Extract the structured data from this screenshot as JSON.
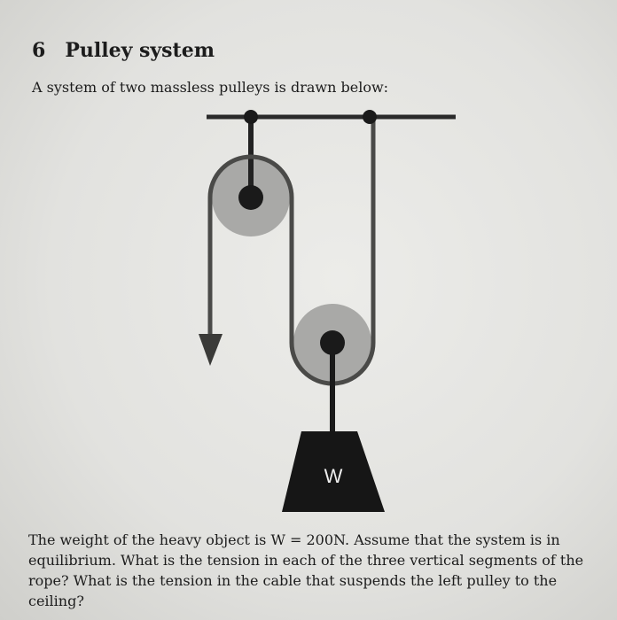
{
  "section": {
    "number": "6",
    "title": "Pulley system"
  },
  "intro": "A system of two massless pulleys is drawn below:",
  "diagram": {
    "weight_label": "W"
  },
  "question": "The weight of the heavy object is W = 200N. Assume that the system is in equilibrium. What is the tension in each of the three vertical segments of the rope? What is the tension in the cable that suspends the left pulley to the ceiling?"
}
